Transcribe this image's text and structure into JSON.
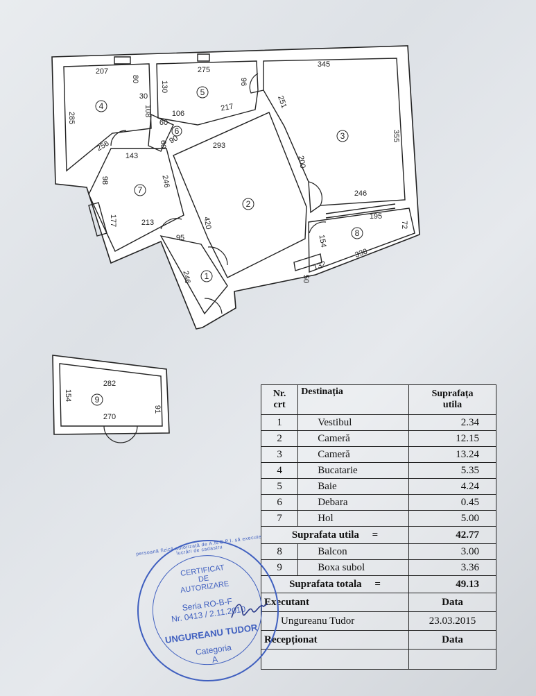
{
  "plan": {
    "dimensions": [
      "207",
      "80",
      "275",
      "96",
      "345",
      "285",
      "30",
      "108",
      "130",
      "106",
      "217",
      "251",
      "355",
      "60",
      "60",
      "90",
      "256",
      "143",
      "293",
      "200",
      "98",
      "246",
      "246",
      "177",
      "213",
      "420",
      "95",
      "246",
      "195",
      "72",
      "154",
      "330",
      "132",
      "50"
    ],
    "rooms": [
      "1",
      "2",
      "3",
      "4",
      "5",
      "6",
      "7",
      "8"
    ]
  },
  "basement": {
    "dimensions": [
      "282",
      "154",
      "91",
      "270"
    ],
    "room": "9"
  },
  "table": {
    "header": {
      "nr": "Nr.",
      "crt": "crt",
      "dest": "Destinația",
      "val1": "Suprafața",
      "val2": "utila"
    },
    "rows": [
      {
        "nr": "1",
        "dest": "Vestibul",
        "val": "2.34"
      },
      {
        "nr": "2",
        "dest": "Cameră",
        "val": "12.15"
      },
      {
        "nr": "3",
        "dest": "Cameră",
        "val": "13.24"
      },
      {
        "nr": "4",
        "dest": "Bucatarie",
        "val": "5.35"
      },
      {
        "nr": "5",
        "dest": "Baie",
        "val": "4.24"
      },
      {
        "nr": "6",
        "dest": "Debara",
        "val": "0.45"
      },
      {
        "nr": "7",
        "dest": "Hol",
        "val": "5.00"
      }
    ],
    "subtotal": {
      "label": "Suprafata utila",
      "eq": "=",
      "val": "42.77"
    },
    "extra_rows": [
      {
        "nr": "8",
        "dest": "Balcon",
        "val": "3.00"
      },
      {
        "nr": "9",
        "dest": "Boxa subol",
        "val": "3.36"
      }
    ],
    "total": {
      "label": "Suprafata totala",
      "eq": "=",
      "val": "49.13"
    },
    "executant": {
      "label": "Executant",
      "date_label": "Data",
      "name": "Ungureanu Tudor",
      "date": "23.03.2015"
    },
    "receptionat": {
      "label": "Recepționat",
      "date_label": "Data"
    }
  },
  "stamp": {
    "line1": "CERTIFICAT",
    "line2": "DE",
    "line3": "AUTORIZARE",
    "line4": "Seria RO-B-F",
    "line5": "Nr. 0413 / 2.11.2010",
    "line6": "UNGUREANU TUDOR",
    "line7": "Categoria",
    "line8": "A",
    "ring": "persoană fizică autorizată de A.N.C.P.I. să execute lucrări de cadastru"
  },
  "colors": {
    "stamp": "#3f5fbf",
    "ink": "#222222"
  }
}
